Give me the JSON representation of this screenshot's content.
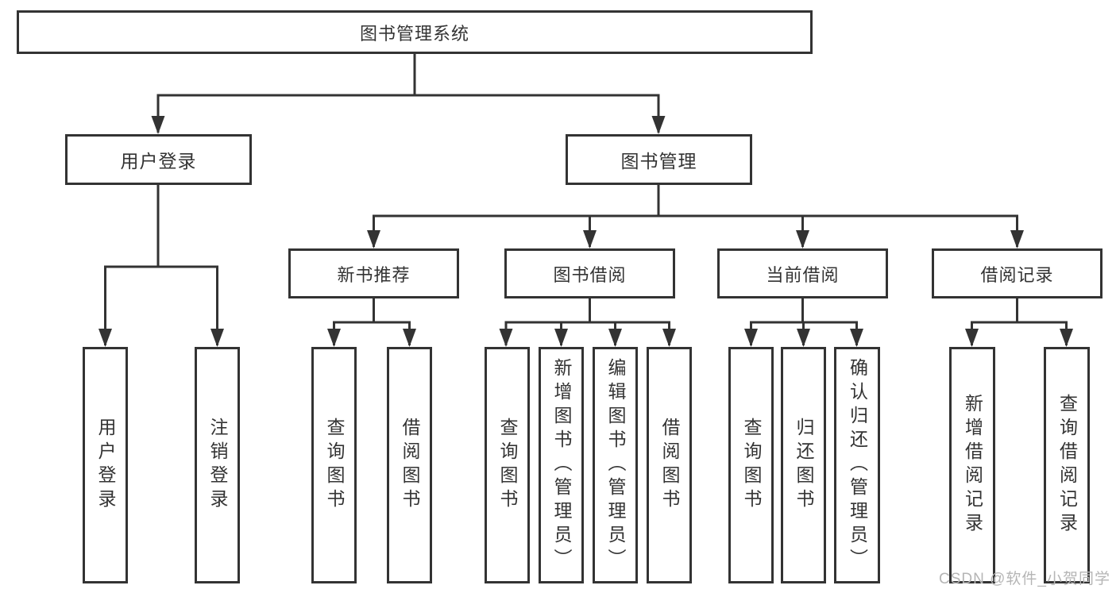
{
  "tree": {
    "label": "图书管理系统",
    "children": [
      {
        "label": "用户登录",
        "children": [
          {
            "label": "用户登录"
          },
          {
            "label": "注销登录"
          }
        ]
      },
      {
        "label": "图书管理",
        "children": [
          {
            "label": "新书推荐",
            "children": [
              {
                "label": "查询图书"
              },
              {
                "label": "借阅图书"
              }
            ]
          },
          {
            "label": "图书借阅",
            "children": [
              {
                "label": "查询图书"
              },
              {
                "label": "新增图书（管理员）"
              },
              {
                "label": "编辑图书（管理员）"
              },
              {
                "label": "借阅图书"
              }
            ]
          },
          {
            "label": "当前借阅",
            "children": [
              {
                "label": "查询图书"
              },
              {
                "label": "归还图书"
              },
              {
                "label": "确认归还（管理员）"
              }
            ]
          },
          {
            "label": "借阅记录",
            "children": [
              {
                "label": "新增借阅记录"
              },
              {
                "label": "查询借阅记录"
              }
            ]
          }
        ]
      }
    ]
  },
  "watermark": {
    "text": "CSDN @软件_小贺同学"
  },
  "colors": {
    "line": "#333333",
    "text": "#333333",
    "watermark": "#b5b5b5",
    "background": "#ffffff"
  }
}
